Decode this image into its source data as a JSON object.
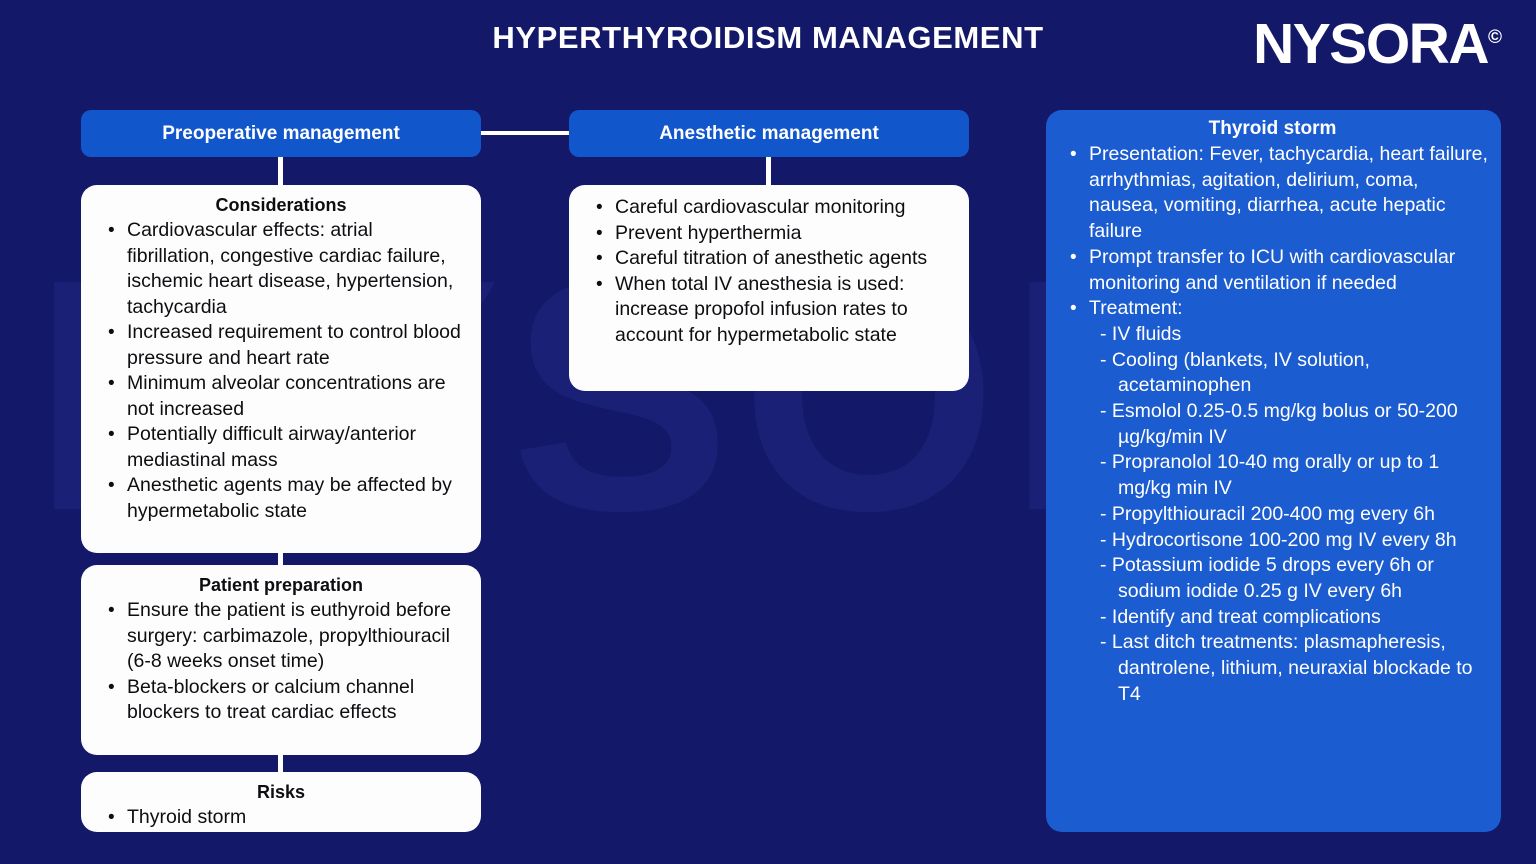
{
  "header": {
    "title": "HYPERTHYROIDISM MANAGEMENT",
    "logo_text": "NYSORA",
    "logo_mark": "©"
  },
  "watermark": {
    "text": "NYSORA",
    "mark": "©"
  },
  "flow": {
    "preoperative": {
      "head_label": "Preoperative management",
      "considerations": {
        "title": "Considerations",
        "items": [
          "Cardiovascular effects: atrial fibrillation, congestive cardiac failure, ischemic heart disease, hypertension, tachycardia",
          "Increased requirement to control blood pressure and heart rate",
          "Minimum alveolar concentrations are not increased",
          "Potentially difficult airway/anterior mediastinal mass",
          "Anesthetic agents may be affected by hypermetabolic state"
        ]
      },
      "preparation": {
        "title": "Patient preparation",
        "items": [
          "Ensure the patient is euthyroid before surgery: carbimazole, propylthiouracil (6-8 weeks onset time)",
          "Beta-blockers or calcium channel blockers to treat cardiac effects"
        ]
      },
      "risks": {
        "title": "Risks",
        "items": [
          "Thyroid storm"
        ]
      }
    },
    "anesthetic": {
      "head_label": "Anesthetic management",
      "items": [
        "Careful cardiovascular monitoring",
        "Prevent hyperthermia",
        "Careful titration of anesthetic agents",
        "When total IV anesthesia is used: increase propofol infusion rates to account for hypermetabolic state"
      ]
    }
  },
  "thyroid_storm": {
    "title": "Thyroid storm",
    "items": [
      "Presentation: Fever, tachycardia, heart failure, arrhythmias, agitation, delirium, coma, nausea, vomiting, diarrhea, acute hepatic failure",
      "Prompt transfer to ICU with cardiovascular monitoring and ventilation if needed",
      "Treatment:"
    ],
    "treatment_items": [
      "- IV fluids",
      "- Cooling (blankets, IV solution, acetaminophen",
      "- Esmolol 0.25-0.5 mg/kg bolus or 50-200 µg/kg/min IV",
      "- Propranolol 10-40 mg orally or up to 1 mg/kg min IV",
      "- Propylthiouracil 200-400 mg every 6h",
      "- Hydrocortisone 100-200 mg IV every 8h",
      "- Potassium iodide 5 drops every 6h or sodium iodide 0.25 g IV every 6h",
      "- Identify and treat complications",
      "- Last ditch treatments: plasmapheresis, dantrolene, lithium, neuraxial blockade to T4"
    ]
  },
  "colors": {
    "background": "#131868",
    "header_blue": "#1256CC",
    "panel_blue": "#1B5CD0",
    "card_white": "#FDFDFD",
    "text_light": "#FFFFFF",
    "text_dark": "#0E0E12"
  }
}
